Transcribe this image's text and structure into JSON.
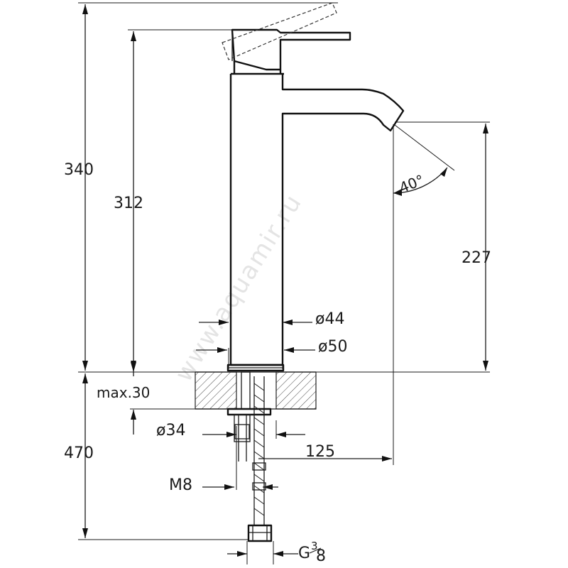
{
  "watermark": "www.aquamir.ru",
  "dimensions": {
    "total_height": "340",
    "body_height": "312",
    "spout_height": "227",
    "spout_angle": "40°",
    "base_diameter_44": "ø44",
    "base_diameter_50": "ø50",
    "max_counter_thickness": "max.30",
    "hole_diameter": "ø34",
    "hose_length": "470",
    "spout_reach": "125",
    "thread_rod": "M8",
    "connection_thread_base": "G",
    "connection_thread_num": "3",
    "connection_thread_den": "8"
  }
}
